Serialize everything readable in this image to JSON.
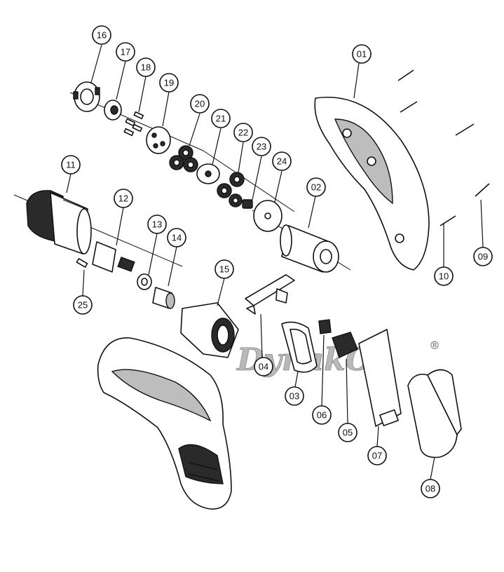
{
  "watermark": {
    "text": "DynakO",
    "registered_mark": "®",
    "color": "#b9b9b9"
  },
  "callouts": [
    {
      "id": "16",
      "label": "16"
    },
    {
      "id": "17",
      "label": "17"
    },
    {
      "id": "18",
      "label": "18"
    },
    {
      "id": "19",
      "label": "19"
    },
    {
      "id": "20",
      "label": "20"
    },
    {
      "id": "21",
      "label": "21"
    },
    {
      "id": "22",
      "label": "22"
    },
    {
      "id": "23",
      "label": "23"
    },
    {
      "id": "24",
      "label": "24"
    },
    {
      "id": "11",
      "label": "11"
    },
    {
      "id": "12",
      "label": "12"
    },
    {
      "id": "13",
      "label": "13"
    },
    {
      "id": "14",
      "label": "14"
    },
    {
      "id": "15",
      "label": "15"
    },
    {
      "id": "25",
      "label": "25"
    },
    {
      "id": "01",
      "label": "01"
    },
    {
      "id": "02",
      "label": "02"
    },
    {
      "id": "03",
      "label": "03"
    },
    {
      "id": "04",
      "label": "04"
    },
    {
      "id": "05",
      "label": "05"
    },
    {
      "id": "06",
      "label": "06"
    },
    {
      "id": "07",
      "label": "07"
    },
    {
      "id": "08",
      "label": "08"
    },
    {
      "id": "09",
      "label": "09"
    },
    {
      "id": "10",
      "label": "10"
    }
  ]
}
